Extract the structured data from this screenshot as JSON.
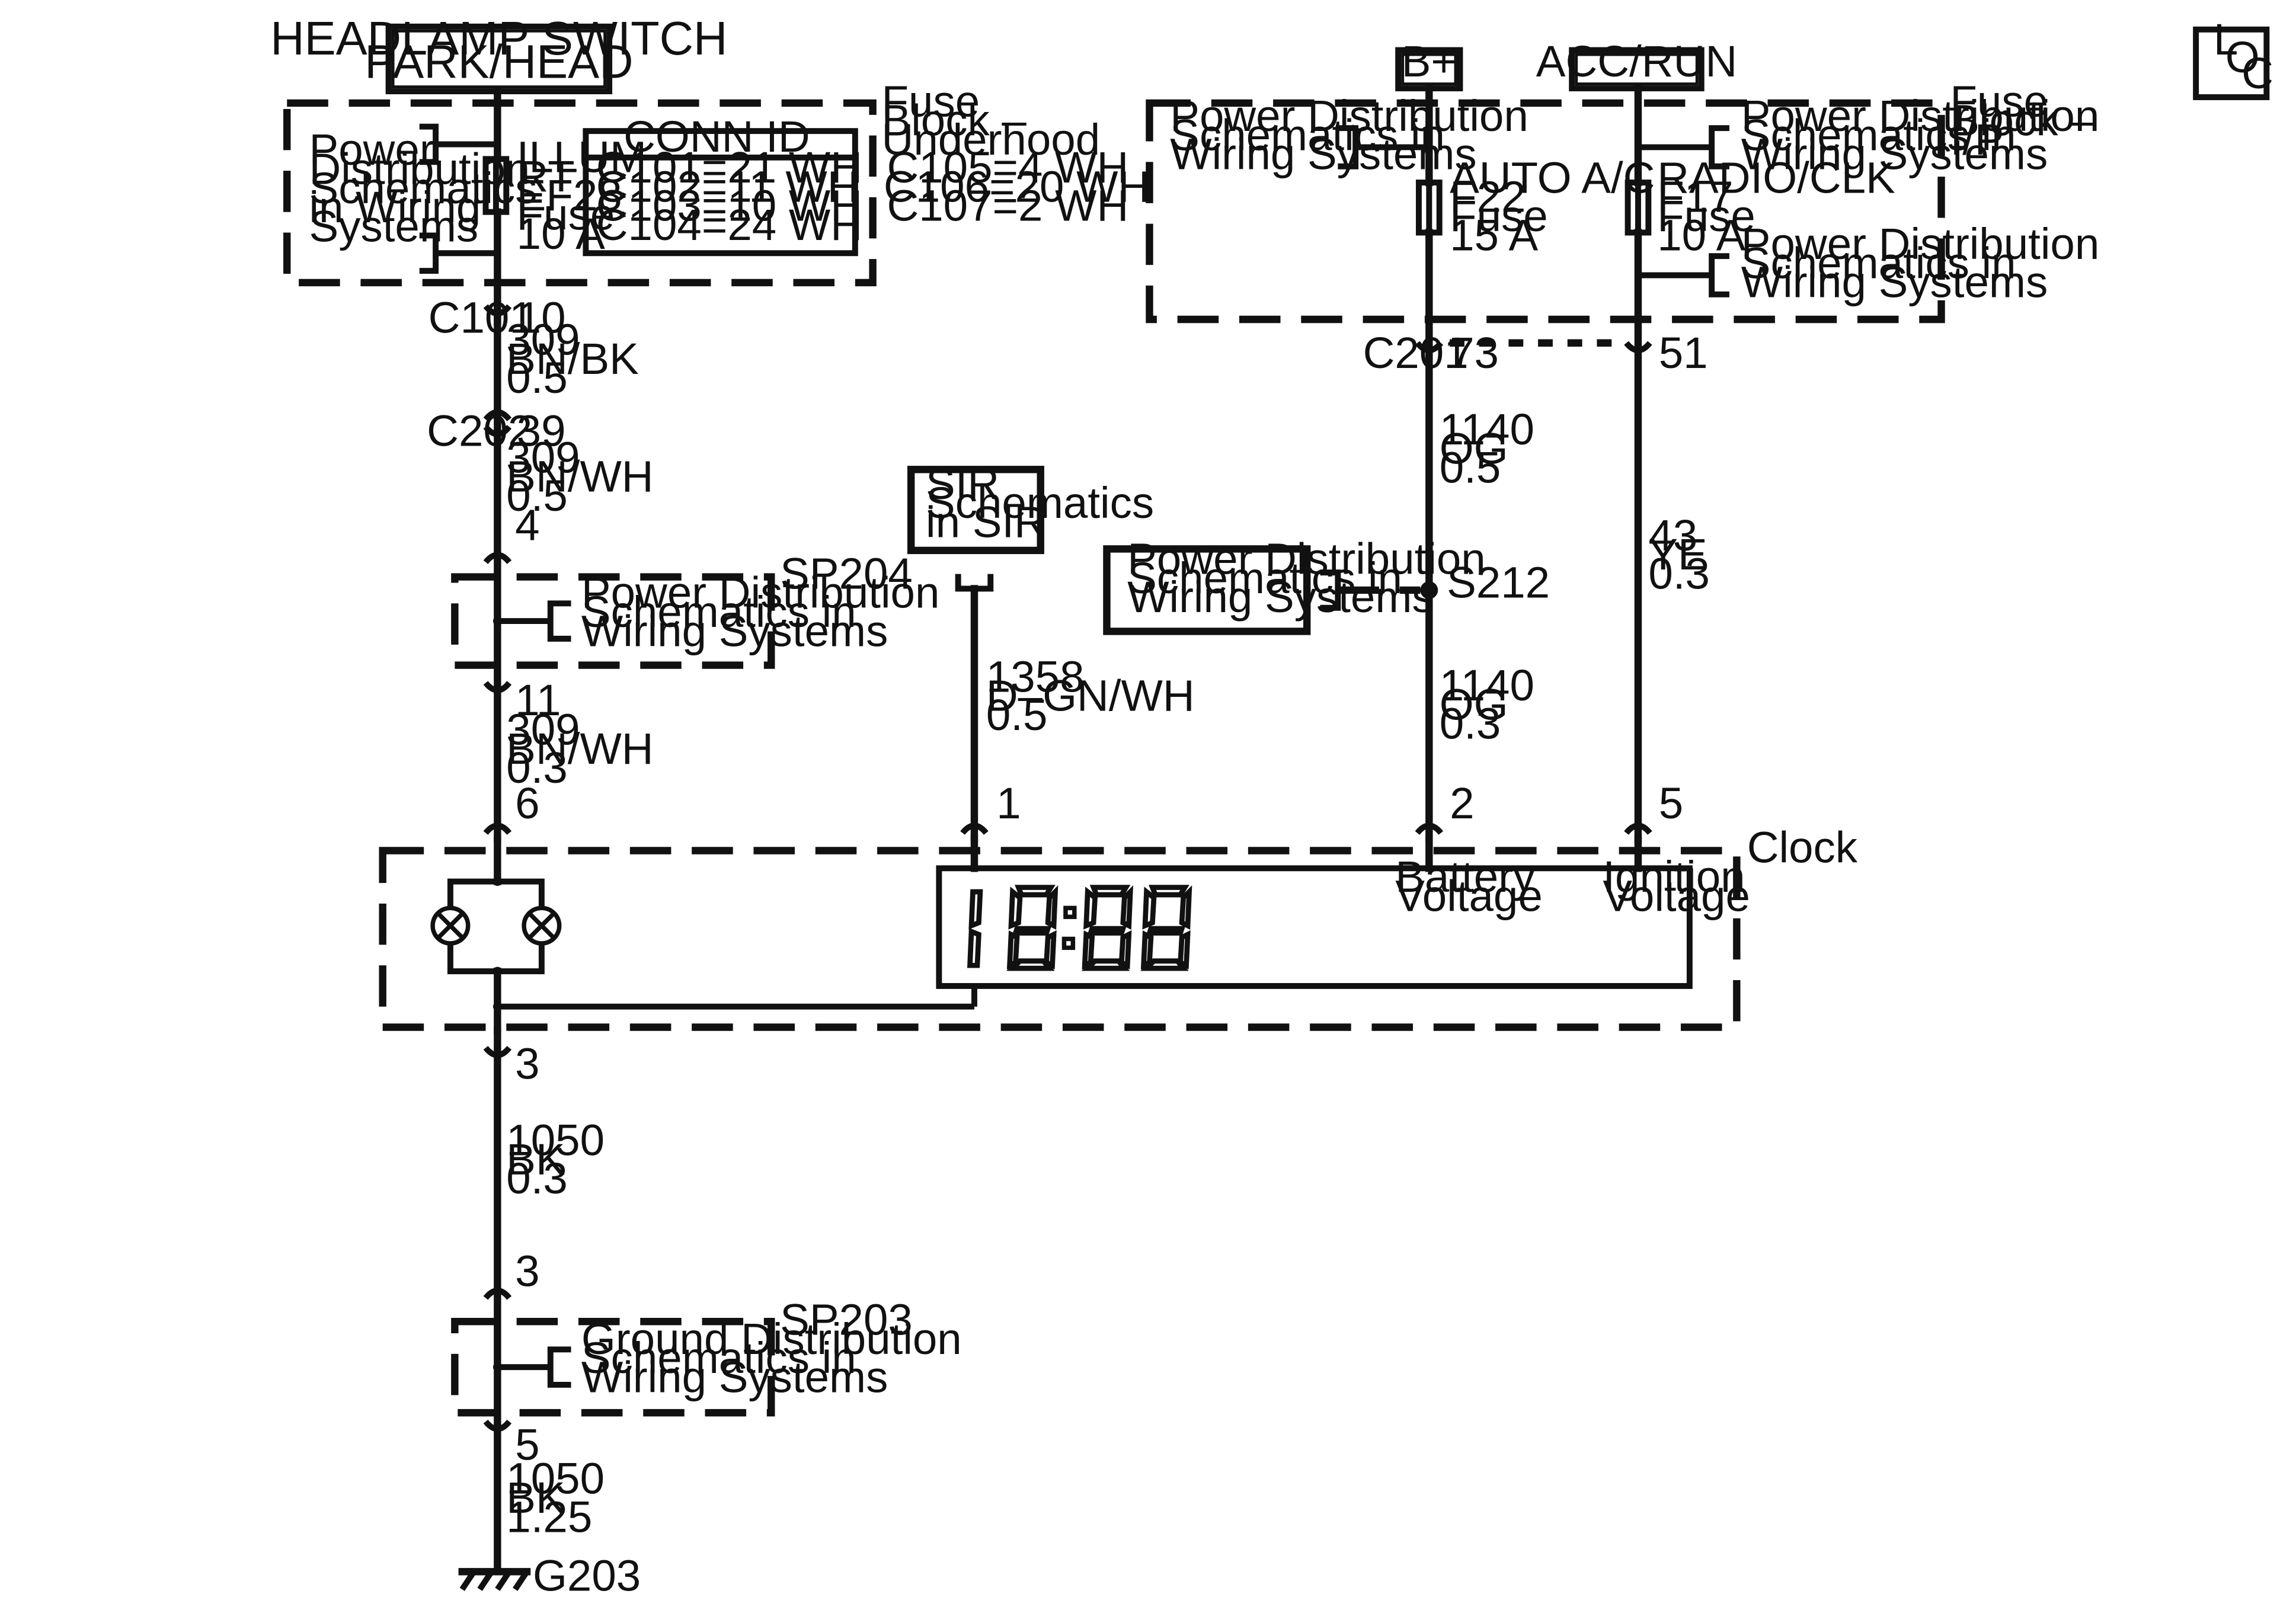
{
  "headlamp_switch": {
    "line1": "HEADLAMP SWITCH",
    "line2": "PARK/HEAD"
  },
  "b_plus": "B+",
  "acc_run": "ACC/RUN",
  "loc_icon": {
    "l": "L",
    "o": "O",
    "c": "C"
  },
  "fuse_block_underhood": {
    "label": [
      "Fuse",
      "Block –",
      "Underhood"
    ],
    "power_dist": [
      "Power",
      "Distribution",
      "Schematics",
      "in Wiring",
      "Systems"
    ],
    "fuse": [
      "ILLUM",
      "RT",
      "EF28",
      "Fuse",
      "10 A"
    ],
    "conn_id": {
      "title": "CONN ID",
      "rows": [
        "C101=21 WH  C105=4 WH",
        "C102=11 WH  C106=20 WH",
        "C103=10 WH  C107=2 WH",
        "C104=24 WH"
      ]
    }
  },
  "fuse_block_ip": {
    "label": [
      "Fuse",
      "Block –",
      "I/P"
    ],
    "power_dist_left": [
      "Power Distribution",
      "Schematics in",
      "Wiring Systems"
    ],
    "power_dist_right_top": [
      "Power Distribution",
      "Schematics in",
      "Wiring Systems"
    ],
    "power_dist_right_bottom": [
      "Power Distribution",
      "Schematics in",
      "Wiring Systems"
    ],
    "fuse_ac": [
      "AUTO A/C",
      "F22",
      "Fuse",
      "15 A"
    ],
    "fuse_radio": [
      "RADIO/CLK",
      "F17",
      "Fuse",
      "10 A"
    ]
  },
  "left_circuit": {
    "c101": "C101",
    "c101_pin": "10",
    "wire1": [
      "309",
      "BN/BK",
      "0.5"
    ],
    "c202": "C202",
    "c202_pin": "39",
    "wire2": [
      "309",
      "BN/WH",
      "0.5"
    ],
    "sp204_pin_in": "4",
    "sp204": "SP204",
    "sp204_text": [
      "Power Distribution",
      "Schematics in",
      "Wiring Systems"
    ],
    "sp204_pin_out": "11",
    "wire3": [
      "309",
      "BN/WH",
      "0.3"
    ],
    "clock_pin": "6"
  },
  "sir": {
    "box": [
      "SIR",
      "Schematics",
      "in SIR"
    ],
    "wire": [
      "1358",
      "D–GN/WH",
      "0.5"
    ],
    "clock_pin": "1"
  },
  "battery_circuit": {
    "c201": "C201",
    "c201_pin": "73",
    "wire1": [
      "1140",
      "OG",
      "0.5"
    ],
    "splice": "S212",
    "power_dist_box": [
      "Power Distribution",
      "Schematics in",
      "Wiring Systems"
    ],
    "wire2": [
      "1140",
      "OG",
      "0.3"
    ],
    "clock_pin": "2"
  },
  "ignition_circuit": {
    "c201_pin": "51",
    "wire": [
      "43",
      "YE",
      "0.3"
    ],
    "clock_pin": "5"
  },
  "clock": {
    "label": "Clock",
    "display": "18:88",
    "battery_voltage": [
      "Battery",
      "Voltage"
    ],
    "ignition_voltage": [
      "Ignition",
      "Voltage"
    ]
  },
  "ground_circuit": {
    "clock_pin": "3",
    "wire1": [
      "1050",
      "BK",
      "0.3"
    ],
    "sp203_pin_in": "3",
    "sp203": "SP203",
    "sp203_text": [
      "Ground Distribution",
      "Schematics in",
      "Wiring Systems"
    ],
    "sp203_pin_out": "5",
    "wire2": [
      "1050",
      "BK",
      "1.25"
    ],
    "ground": "G203"
  }
}
